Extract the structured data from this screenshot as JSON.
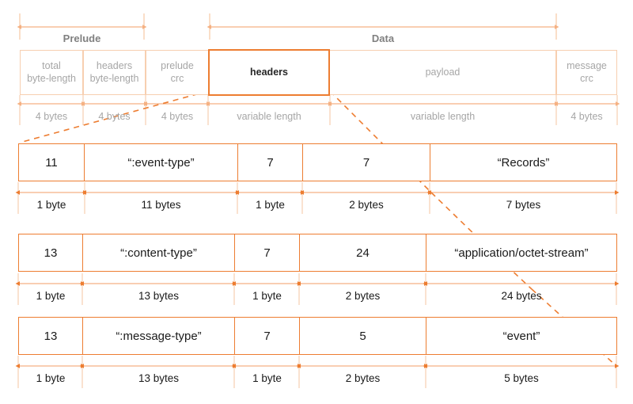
{
  "diagram": {
    "title": "event-stream-message-framing",
    "colors": {
      "accent": "#ed7d31",
      "accent_light": "#f7cfb0",
      "muted_text": "#a6a6a6",
      "dark_text": "#1a1a1a",
      "caption_text": "#808080",
      "background": "#ffffff"
    },
    "sections": [
      {
        "label": "Prelude"
      },
      {
        "label": "Data"
      }
    ],
    "frame_cells": [
      {
        "label": "total\nbyte-length",
        "line1": "total",
        "line2": "byte-length",
        "size": "4 bytes",
        "highlight": false
      },
      {
        "label": "headers\nbyte-length",
        "line1": "headers",
        "line2": "byte-length",
        "size": "4 bytes",
        "highlight": false
      },
      {
        "label": "prelude\ncrc",
        "line1": "prelude",
        "line2": "crc",
        "size": "4 bytes",
        "highlight": false
      },
      {
        "label": "headers",
        "line1": "headers",
        "line2": "",
        "size": "variable length",
        "highlight": true
      },
      {
        "label": "payload",
        "line1": "payload",
        "line2": "",
        "size": "variable length",
        "highlight": false
      },
      {
        "label": "message\ncrc",
        "line1": "message",
        "line2": "crc",
        "size": "4 bytes",
        "highlight": false
      }
    ],
    "header_rows": [
      {
        "name": "event-type-header",
        "cells": [
          {
            "value": "11",
            "size": "1 byte"
          },
          {
            "value": "“:event-type”",
            "size": "11 bytes"
          },
          {
            "value": "7",
            "size": "1 byte"
          },
          {
            "value": "7",
            "size": "2 bytes"
          },
          {
            "value": "“Records”",
            "size": "7 bytes"
          }
        ]
      },
      {
        "name": "content-type-header",
        "cells": [
          {
            "value": "13",
            "size": "1 byte"
          },
          {
            "value": "“:content-type”",
            "size": "13 bytes"
          },
          {
            "value": "7",
            "size": "1 byte"
          },
          {
            "value": "24",
            "size": "2 bytes"
          },
          {
            "value": "“application/octet-stream”",
            "size": "24 bytes"
          }
        ]
      },
      {
        "name": "message-type-header",
        "cells": [
          {
            "value": "13",
            "size": "1 byte"
          },
          {
            "value": "“:message-type”",
            "size": "13 bytes"
          },
          {
            "value": "7",
            "size": "1 byte"
          },
          {
            "value": "5",
            "size": "2 bytes"
          },
          {
            "value": "“event”",
            "size": "5 bytes"
          }
        ]
      }
    ]
  }
}
